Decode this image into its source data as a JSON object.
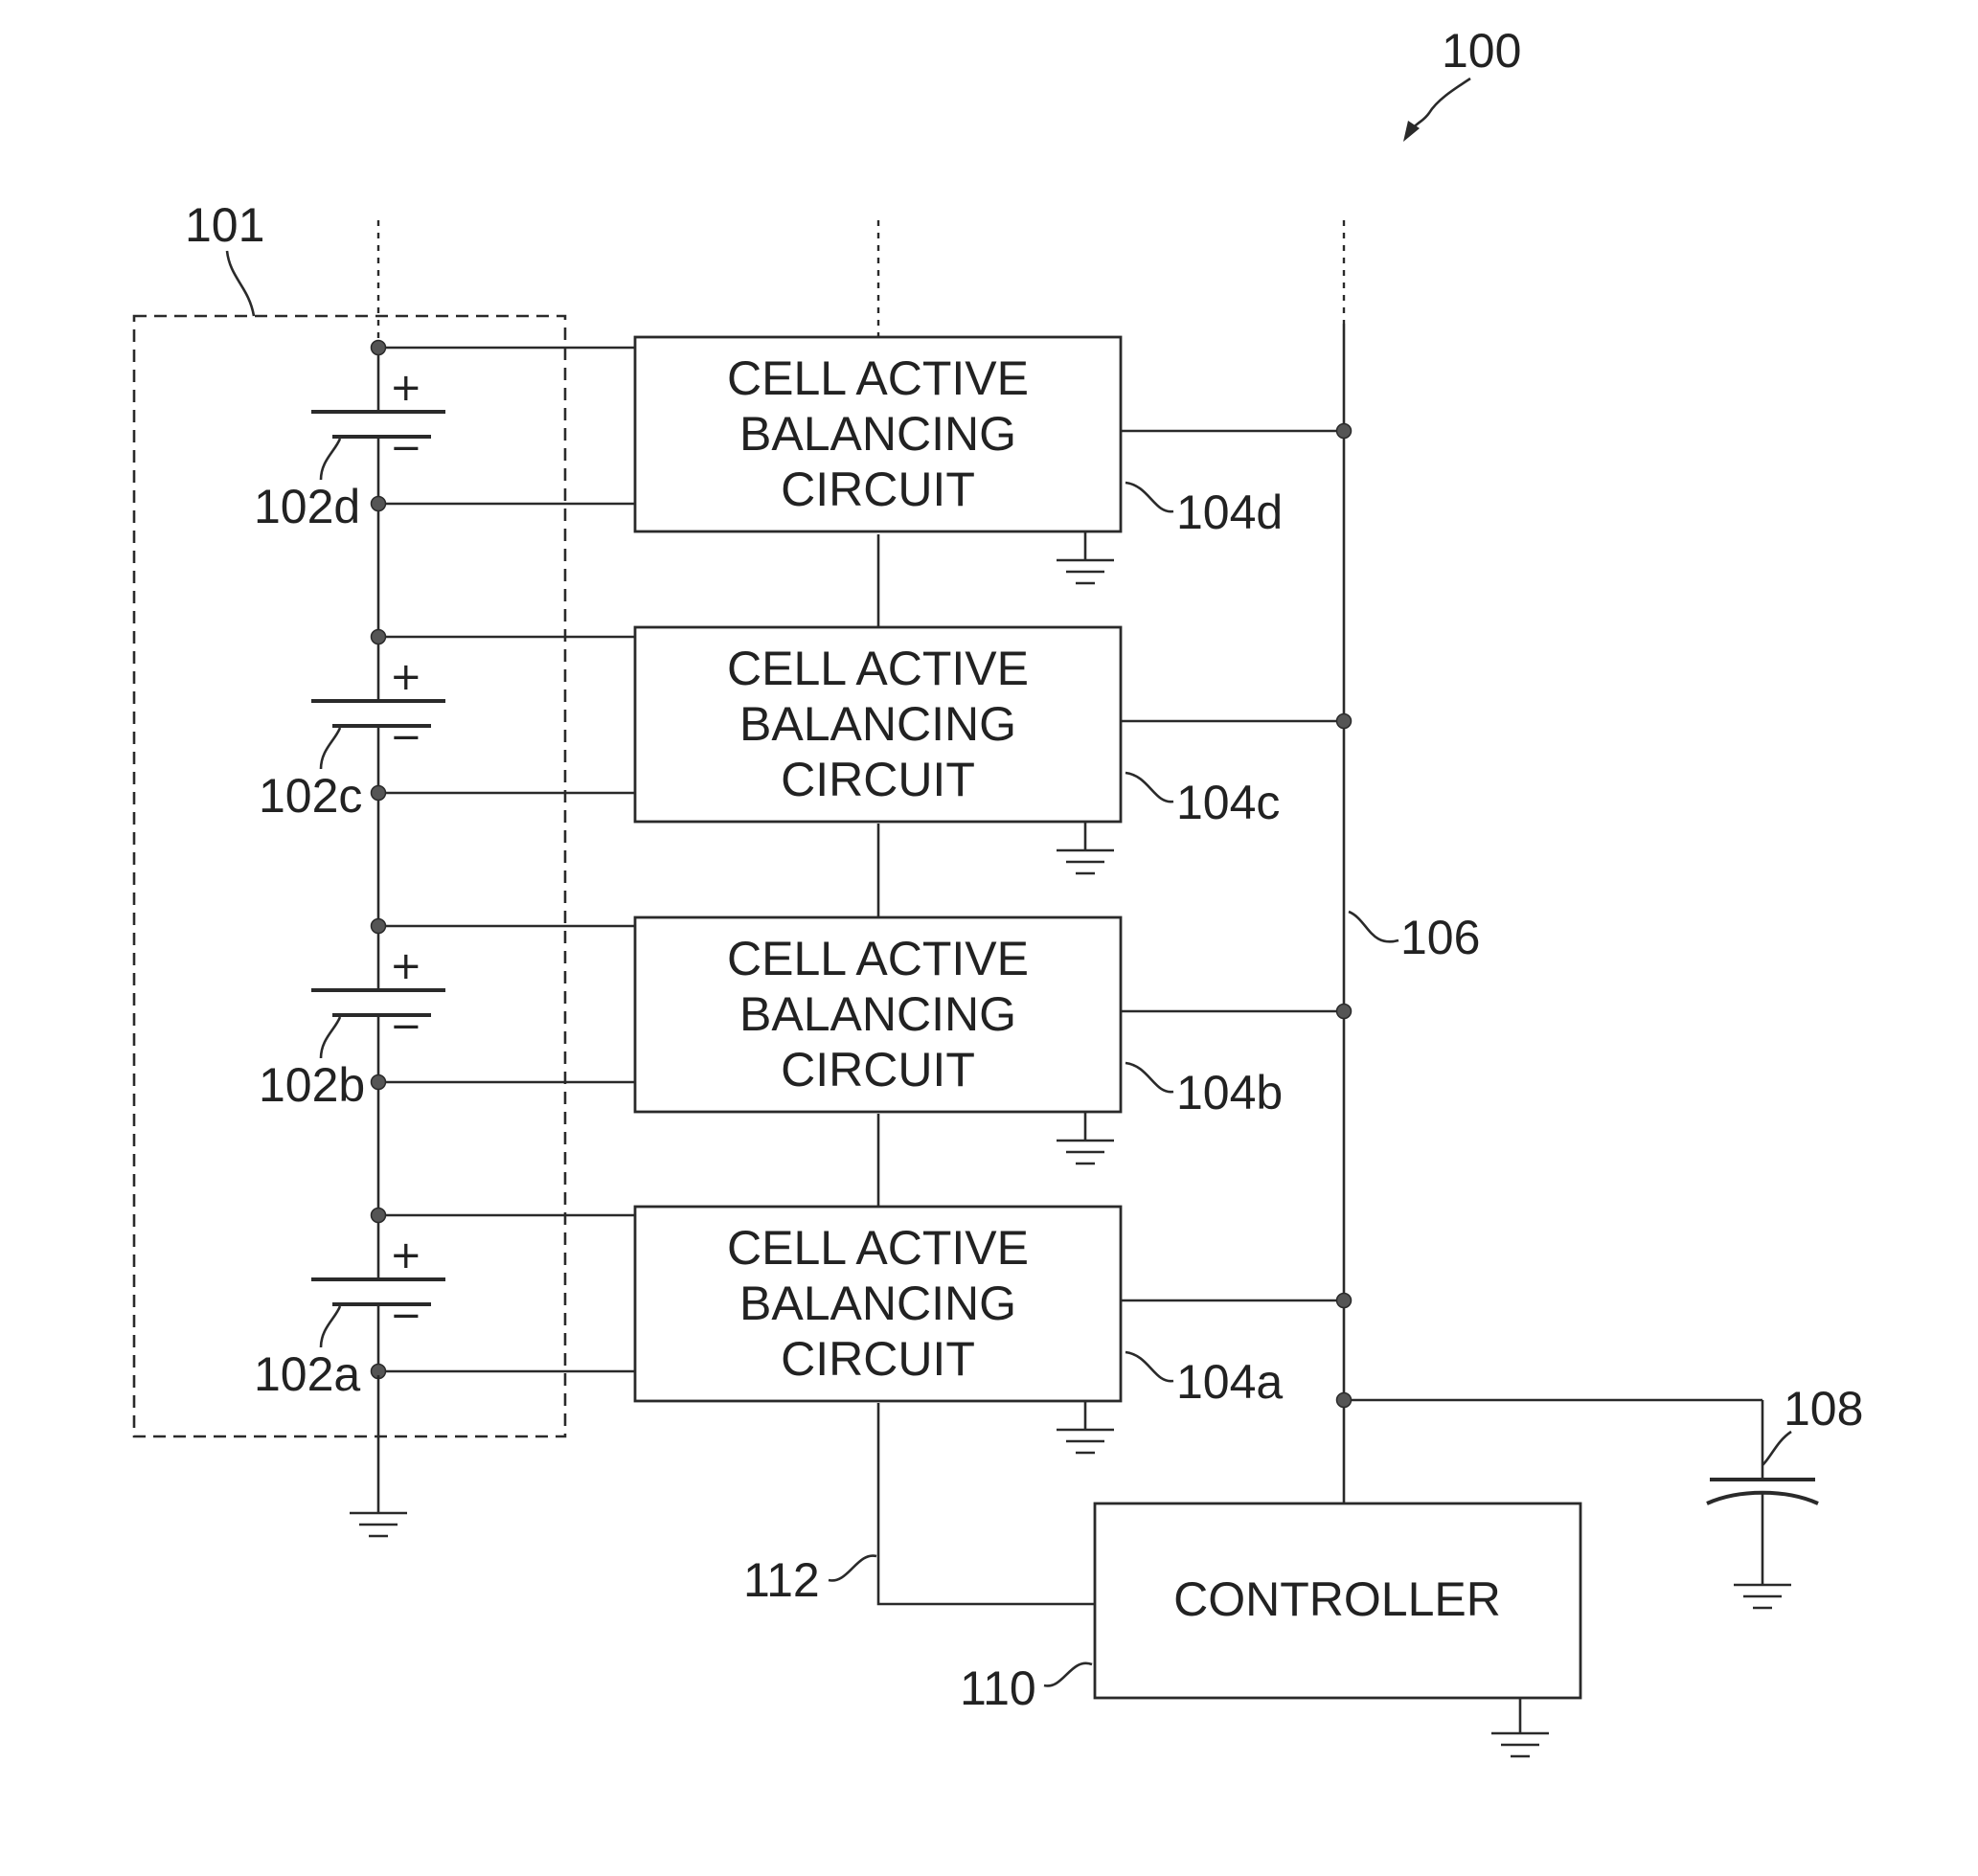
{
  "figure": {
    "ref": "100",
    "pack_ref": "101",
    "bus_ref": "106",
    "capacitor_ref": "108",
    "controller_ref": "110",
    "control_line_ref": "112",
    "controller_label": "CONTROLLER",
    "cells": [
      {
        "ref": "102d",
        "plus": "+",
        "minus": "−"
      },
      {
        "ref": "102c",
        "plus": "+",
        "minus": "−"
      },
      {
        "ref": "102b",
        "plus": "+",
        "minus": "−"
      },
      {
        "ref": "102a",
        "plus": "+",
        "minus": "−"
      }
    ],
    "circuits": [
      {
        "ref": "104d",
        "lines": [
          "CELL ACTIVE",
          "BALANCING",
          "CIRCUIT"
        ]
      },
      {
        "ref": "104c",
        "lines": [
          "CELL ACTIVE",
          "BALANCING",
          "CIRCUIT"
        ]
      },
      {
        "ref": "104b",
        "lines": [
          "CELL ACTIVE",
          "BALANCING",
          "CIRCUIT"
        ]
      },
      {
        "ref": "104a",
        "lines": [
          "CELL ACTIVE",
          "BALANCING",
          "CIRCUIT"
        ]
      }
    ]
  }
}
